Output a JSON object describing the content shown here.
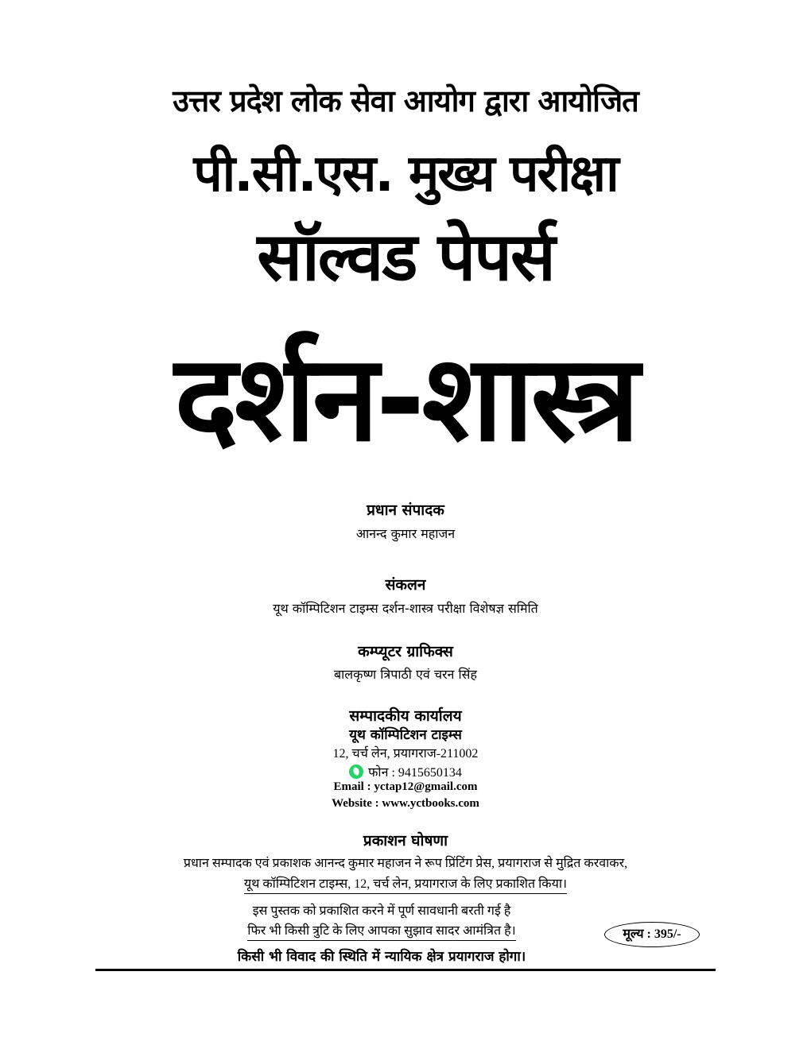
{
  "cover": {
    "line1": "उत्तर प्रदेश लोक सेवा आयोग द्वारा आयोजित",
    "line2": "पी.सी.एस. मुख्य परीक्षा",
    "line3": "सॉल्वड पेपर्स",
    "subject": "दर्शन-शास्त्र"
  },
  "credits": {
    "chief_editor_heading": "प्रधान संपादक",
    "chief_editor_name": "आनन्द कुमार महाजन",
    "compilation_heading": "संकलन",
    "compilation_text": "यूथ कॉम्पिटिशन टाइम्स दर्शन-शास्त्र परीक्षा विशेषज्ञ समिति",
    "graphics_heading": "कम्प्यूटर ग्राफिक्स",
    "graphics_names": "बालकृष्ण त्रिपाठी एवं चरन सिंह"
  },
  "office": {
    "heading": "सम्पादकीय कार्यालय",
    "org": "यूथ कॉम्पिटिशन टाइम्स",
    "address": "12, चर्च लेन, प्रयागराज-211002",
    "phone_label": "फोन  :  9415650134",
    "phone_icon": "whatsapp-icon",
    "email": "Email : yctap12@gmail.com",
    "website": "Website : www.yctbooks.com"
  },
  "publication": {
    "heading": "प्रकाशन घोषणा",
    "line1": "प्रधान सम्पादक एवं प्रकाशक आनन्द कुमार महाजन ने रूप प्रिंटिंग प्रेस, प्रयागराज से मुद्रित करवाकर,",
    "line2": "यूथ कॉम्पिटिशन टाइम्स, 12, चर्च लेन, प्रयागराज के लिए प्रकाशित किया।",
    "disclaimer1": "इस पुस्तक को प्रकाशित करने में पूर्ण सावधानी बरती गई है",
    "disclaimer2": "फिर भी किसी त्रुटि के लिए आपका सुझाव सादर आमंत्रित है।",
    "jurisdiction": "किसी भी विवाद की स्थिति में न्यायिक क्षेत्र प्रयागराज होगा।",
    "price": "मूल्य : 395/-"
  }
}
